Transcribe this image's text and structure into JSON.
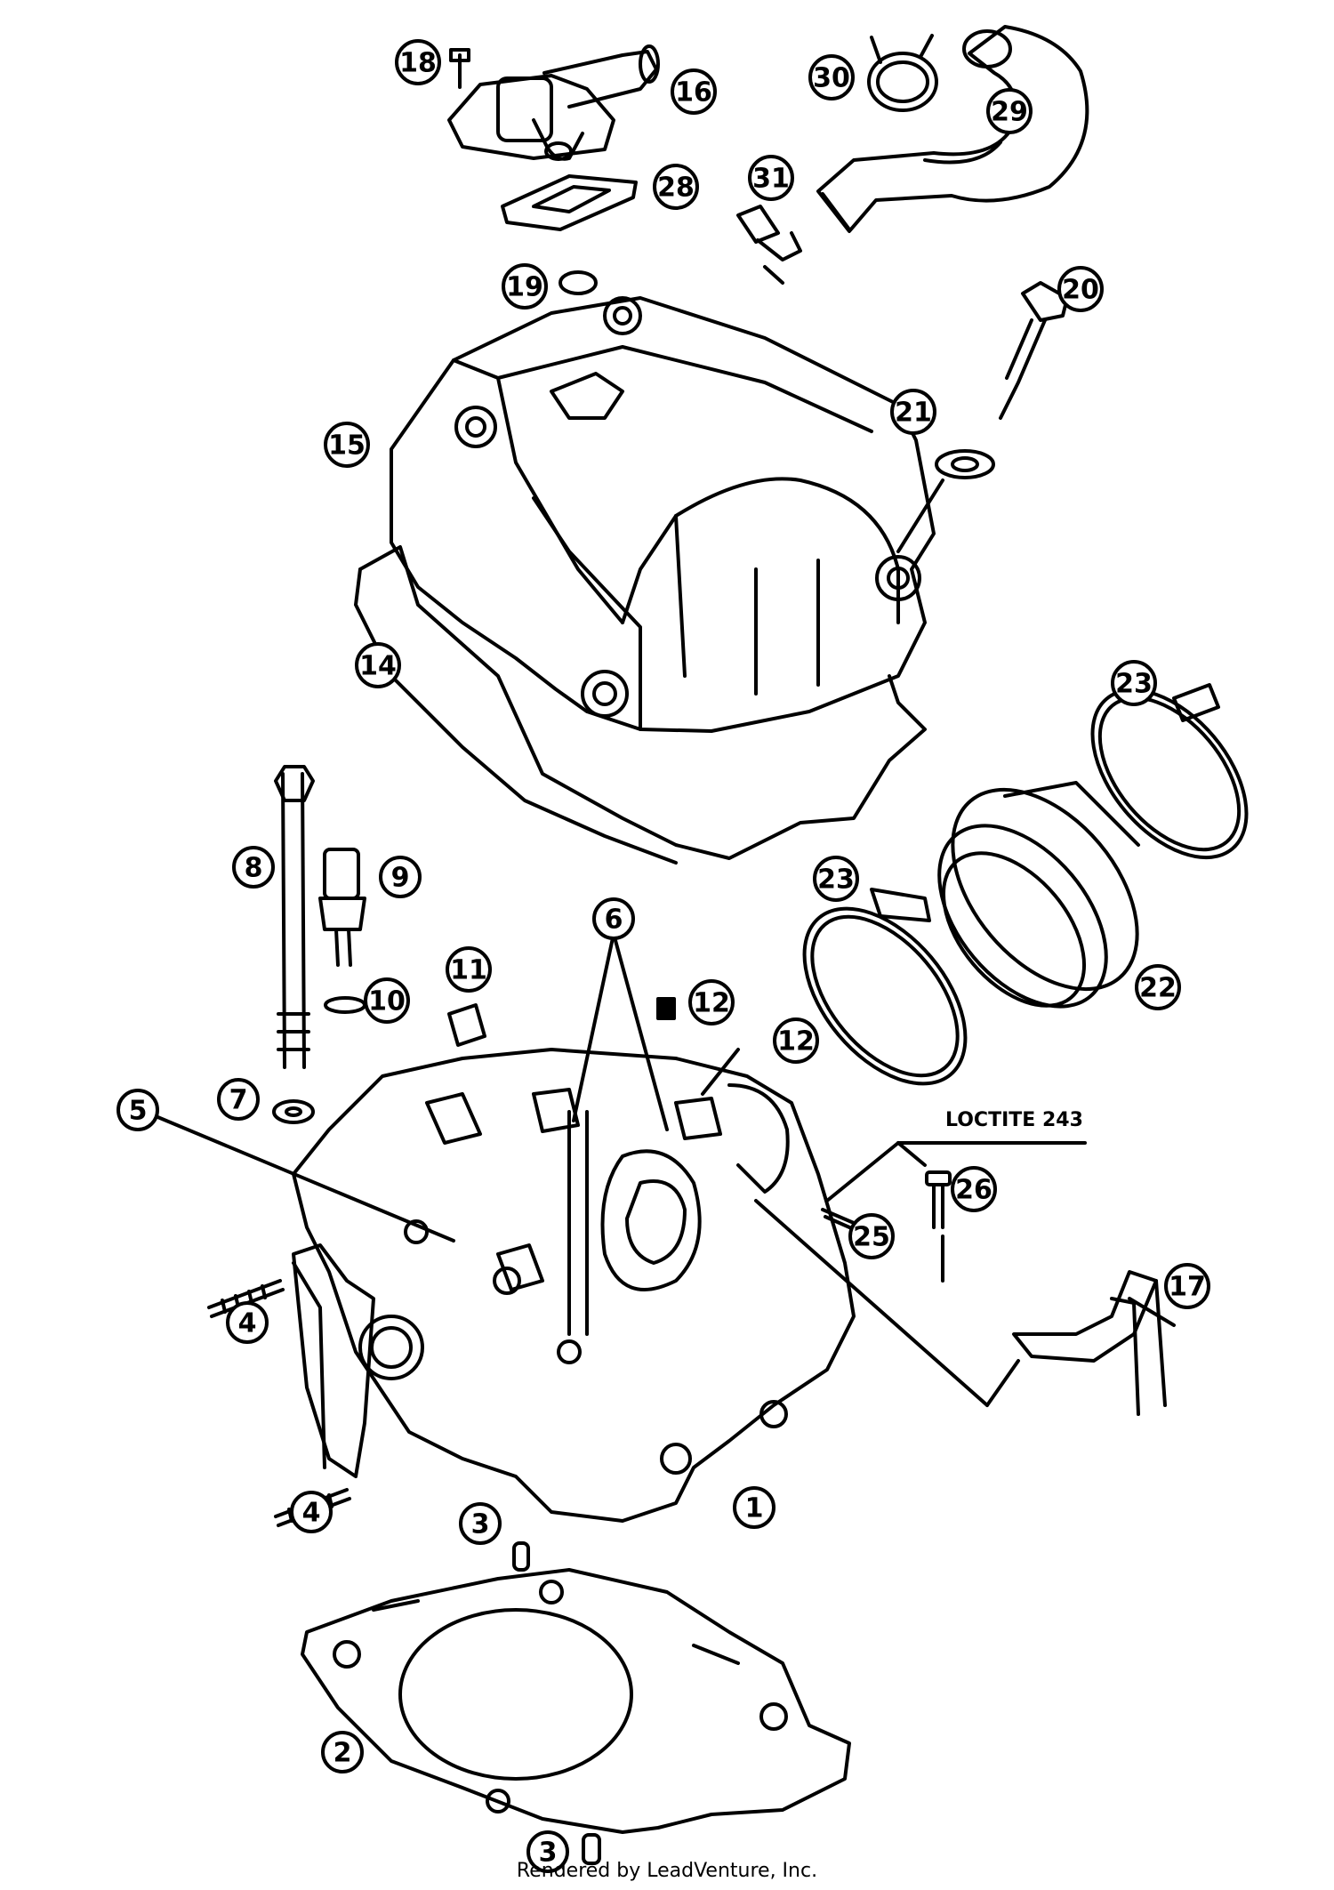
{
  "callouts": [
    {
      "id": "c1",
      "label": "1"
    },
    {
      "id": "c2",
      "label": "2"
    },
    {
      "id": "c3a",
      "label": "3"
    },
    {
      "id": "c3b",
      "label": "3"
    },
    {
      "id": "c4a",
      "label": "4"
    },
    {
      "id": "c4b",
      "label": "4"
    },
    {
      "id": "c5",
      "label": "5"
    },
    {
      "id": "c6",
      "label": "6"
    },
    {
      "id": "c7",
      "label": "7"
    },
    {
      "id": "c8",
      "label": "8"
    },
    {
      "id": "c9",
      "label": "9"
    },
    {
      "id": "c10",
      "label": "10"
    },
    {
      "id": "c11",
      "label": "11"
    },
    {
      "id": "c12a",
      "label": "12"
    },
    {
      "id": "c12b",
      "label": "12"
    },
    {
      "id": "c14",
      "label": "14"
    },
    {
      "id": "c15",
      "label": "15"
    },
    {
      "id": "c16",
      "label": "16"
    },
    {
      "id": "c17",
      "label": "17"
    },
    {
      "id": "c18",
      "label": "18"
    },
    {
      "id": "c19",
      "label": "19"
    },
    {
      "id": "c20",
      "label": "20"
    },
    {
      "id": "c21",
      "label": "21"
    },
    {
      "id": "c22",
      "label": "22"
    },
    {
      "id": "c23a",
      "label": "23"
    },
    {
      "id": "c23b",
      "label": "23"
    },
    {
      "id": "c25",
      "label": "25"
    },
    {
      "id": "c26",
      "label": "26"
    },
    {
      "id": "c28",
      "label": "28"
    },
    {
      "id": "c29",
      "label": "29"
    },
    {
      "id": "c30",
      "label": "30"
    },
    {
      "id": "c31",
      "label": "31"
    }
  ],
  "note": {
    "loctite": "LOCTITE 243"
  },
  "footer": {
    "credit": "Rendered by LeadVenture, Inc."
  }
}
